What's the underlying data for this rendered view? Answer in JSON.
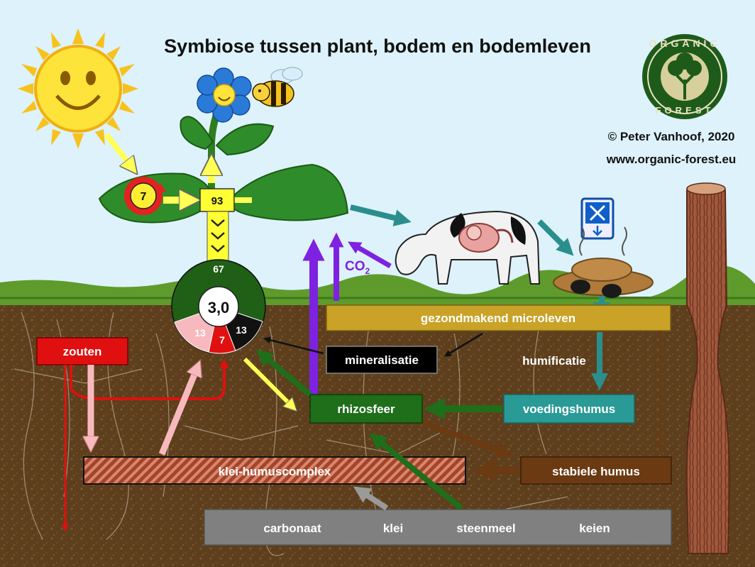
{
  "title": "Symbiose tussen plant, bodem en bodemleven",
  "credit": {
    "copyright": "© Peter Vanhoof, 2020",
    "website": "www.organic-forest.eu"
  },
  "logo": {
    "top_text": "ORGANIC",
    "bottom_text": "FOREST"
  },
  "cycle_badge": "7",
  "stem_box": "93",
  "pie": {
    "center": "3,0",
    "top": "67",
    "left": "13",
    "mid": "7",
    "right": "13"
  },
  "co2": {
    "base": "CO",
    "sub": "2"
  },
  "boxes": {
    "gezondmakend": "gezondmakend microleven",
    "mineralisatie": "mineralisatie",
    "humificatie": "humificatie",
    "rhizosfeer": "rhizosfeer",
    "voedingshumus": "voedingshumus",
    "zouten": "zouten",
    "klei_humus": "klei-humuscomplex",
    "stabiele_humus": "stabiele humus"
  },
  "minerals": [
    "carbonaat",
    "klei",
    "steenmeel",
    "keien"
  ],
  "colors": {
    "sky": "#dff3fb",
    "grass": "#5e9b2c",
    "soil": "#5b3d1c",
    "plant_green": "#2f8c2a",
    "dark_green": "#1f5f16",
    "gold": "#c9a227",
    "teal": "#2a9a96",
    "brown": "#6b3a12",
    "red": "#e01010",
    "pink": "#f7b9bd",
    "purple": "#7d22e0",
    "yellow": "#ffff33",
    "gray": "#808080"
  }
}
